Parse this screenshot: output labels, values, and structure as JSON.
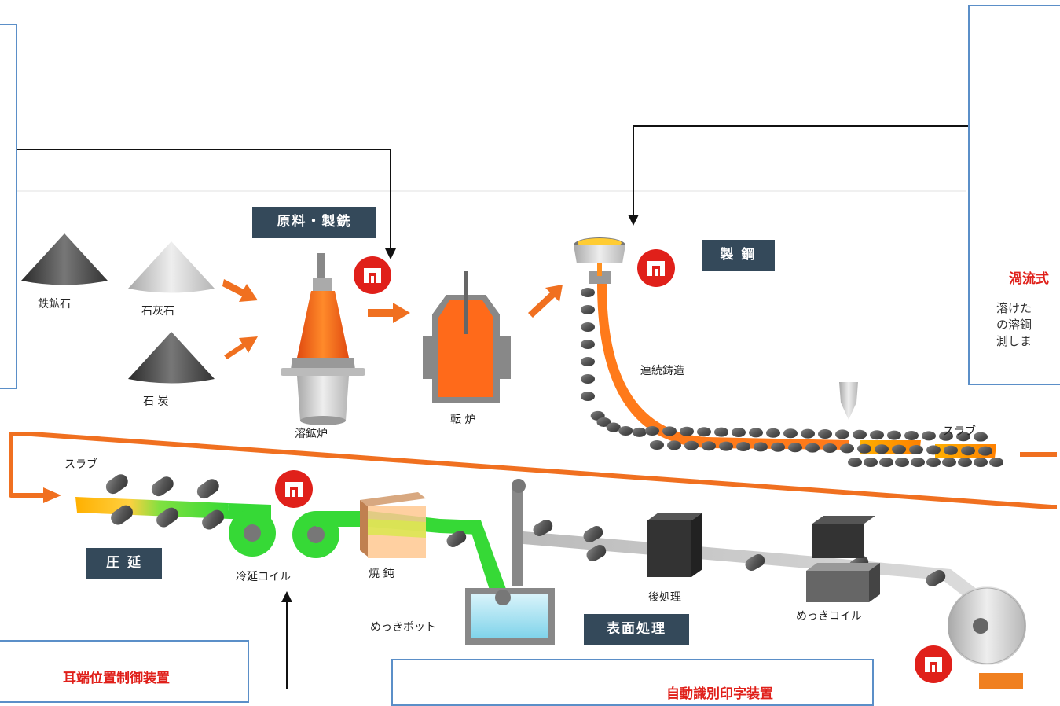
{
  "labels": {
    "tekkouseki": "鉄鉱石",
    "sekkaiseki": "石灰石",
    "sekitan": "石 炭",
    "youkouro": "溶鉱炉",
    "tenro": "転 炉",
    "renzoku": "連続鋳造",
    "slab_top": "スラブ",
    "slab_left": "スラブ",
    "reien_coil": "冷延コイル",
    "shoudon": "焼 鈍",
    "mekki_pot": "めっきポット",
    "atoshori": "後処理",
    "mekki_coil": "めっきコイル"
  },
  "sections": {
    "genryou": "原料・製銑",
    "seikou": "製 鋼",
    "atsuen": "圧 延",
    "hyoumen": "表面処理"
  },
  "callouts": {
    "right_title": "渦流式",
    "right_desc": [
      "溶けた",
      "の溶鋼",
      "測しま"
    ],
    "bottom_left_title": "耳端位置制御装置",
    "bottom_center_title": "自動識別印字装置"
  },
  "colors": {
    "accent_red": "#e0201a",
    "orange": "#f07020",
    "green": "#3ddc3a",
    "box_border": "#5b8fc8",
    "label_bg": "#34495a"
  }
}
